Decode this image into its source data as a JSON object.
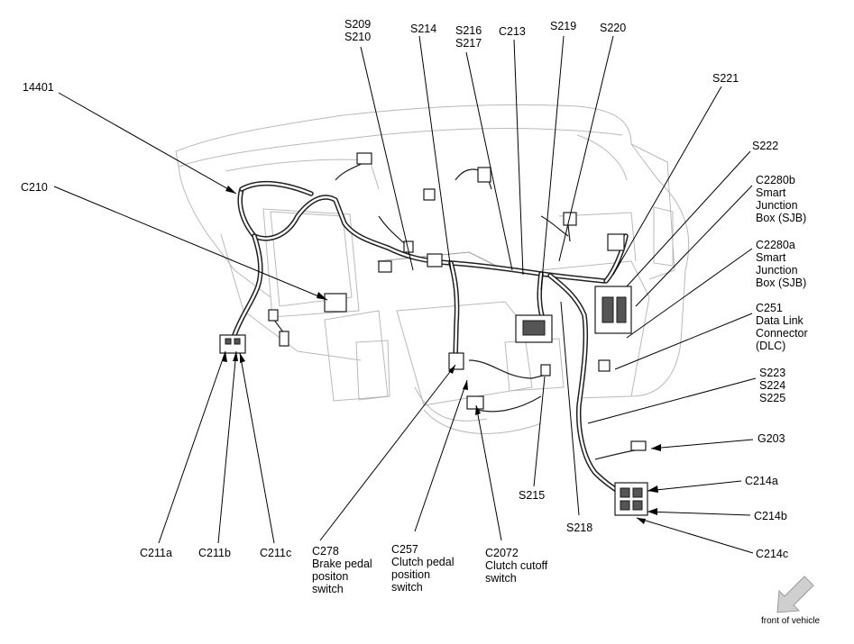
{
  "labels": {
    "l_14401": "14401",
    "l_s209": [
      "S209",
      "S210"
    ],
    "l_s214": "S214",
    "l_s216": [
      "S216",
      "S217"
    ],
    "l_c213": "C213",
    "l_s219": "S219",
    "l_s220": "S220",
    "l_s221": "S221",
    "l_s222": "S222",
    "l_c2280b": [
      "C2280b",
      "Smart",
      "Junction",
      "Box (SJB)"
    ],
    "l_c2280a": [
      "C2280a",
      "Smart",
      "Junction",
      "Box (SJB)"
    ],
    "l_c251": [
      "C251",
      "Data Link",
      "Connector",
      "(DLC)"
    ],
    "l_s223": [
      "S223",
      "S224",
      "S225"
    ],
    "l_g203": "G203",
    "l_c214a": "C214a",
    "l_c214b": "C214b",
    "l_c214c": "C214c",
    "l_c210": "C210",
    "l_c211a": "C211a",
    "l_c211b": "C211b",
    "l_c211c": "C211c",
    "l_c278": [
      "C278",
      "Brake pedal",
      "positon",
      "switch"
    ],
    "l_c257": [
      "C257",
      "Clutch pedal",
      "position",
      "switch"
    ],
    "l_c2072": [
      "C2072",
      "Clutch cutoff",
      "switch"
    ],
    "l_s215": "S215",
    "l_s218": "S218",
    "l_front": "front of vehicle"
  },
  "colors": {
    "arrow": "#c8c8c8",
    "line": "#000000",
    "vehicle_outline": "#b9b9b9"
  },
  "icons": {
    "front_arrow": "arrow-down-left-icon"
  }
}
